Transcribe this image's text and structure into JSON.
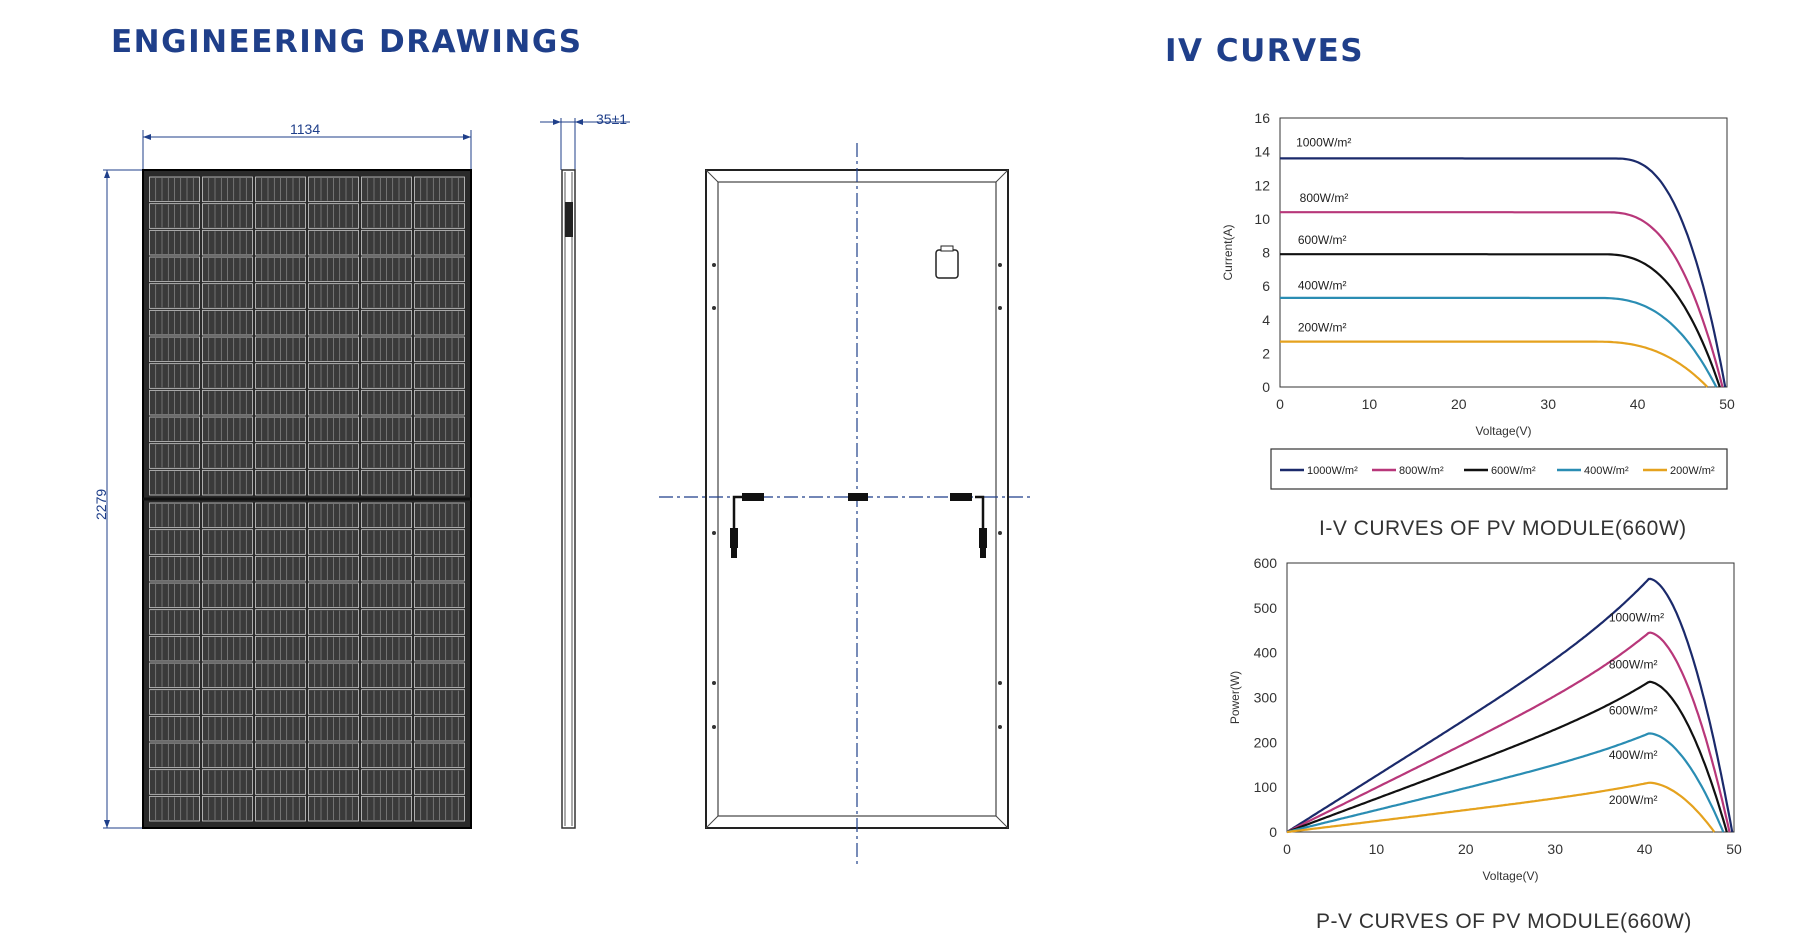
{
  "headings": {
    "engineering": "ENGINEERING DRAWINGS",
    "iv": "IV CURVES"
  },
  "drawings": {
    "width_dim": "1134",
    "height_dim": "2279",
    "thickness_dim": "35±1"
  },
  "colors": {
    "heading": "#1f3f8a",
    "dimension": "#1f3f8a",
    "s1000": "#1b2a6b",
    "s800": "#b8377a",
    "s600": "#111111",
    "s400": "#2a8db3",
    "s200": "#e5a21e"
  },
  "chart_data": [
    {
      "type": "line",
      "title": "",
      "caption": "I-V CURVES OF PV MODULE(660W)",
      "xlabel": "Voltage(V)",
      "ylabel": "Current(A)",
      "xlim": [
        0,
        50
      ],
      "ylim": [
        0,
        16
      ],
      "xticks": [
        0,
        10,
        20,
        30,
        40,
        50
      ],
      "yticks": [
        0,
        2,
        4,
        6,
        8,
        10,
        12,
        14,
        16
      ],
      "legend_position": "bottom",
      "series": [
        {
          "name": "1000W/m²",
          "isc": 13.6,
          "voc": 49.8,
          "knee": 37.5,
          "label_x": 1.8,
          "label_y": 14.3
        },
        {
          "name": "800W/m²",
          "isc": 10.4,
          "voc": 49.5,
          "knee": 36.5,
          "label_x": 2.2,
          "label_y": 11.0
        },
        {
          "name": "600W/m²",
          "isc": 7.9,
          "voc": 49.2,
          "knee": 36.0,
          "label_x": 2.0,
          "label_y": 8.5
        },
        {
          "name": "400W/m²",
          "isc": 5.3,
          "voc": 48.8,
          "knee": 35.5,
          "label_x": 2.0,
          "label_y": 5.8
        },
        {
          "name": "200W/m²",
          "isc": 2.7,
          "voc": 47.8,
          "knee": 35.0,
          "label_x": 2.0,
          "label_y": 3.3
        }
      ]
    },
    {
      "type": "line",
      "title": "",
      "caption": "P-V CURVES OF PV MODULE(660W)",
      "xlabel": "Voltage(V)",
      "ylabel": "Power(W)",
      "xlim": [
        0,
        50
      ],
      "ylim": [
        0,
        600
      ],
      "xticks": [
        0,
        10,
        20,
        30,
        40,
        50
      ],
      "yticks": [
        0,
        100,
        200,
        300,
        400,
        500,
        600
      ],
      "series": [
        {
          "name": "1000W/m²",
          "vmp": 40.5,
          "pmp": 565,
          "voc": 49.8,
          "label_x": 36,
          "label_y": 470
        },
        {
          "name": "800W/m²",
          "vmp": 40.5,
          "pmp": 445,
          "voc": 49.5,
          "label_x": 36,
          "label_y": 365
        },
        {
          "name": "600W/m²",
          "vmp": 40.5,
          "pmp": 335,
          "voc": 49.2,
          "label_x": 36,
          "label_y": 262
        },
        {
          "name": "400W/m²",
          "vmp": 40.5,
          "pmp": 220,
          "voc": 48.8,
          "label_x": 36,
          "label_y": 163
        },
        {
          "name": "200W/m²",
          "vmp": 40.5,
          "pmp": 110,
          "voc": 47.8,
          "label_x": 36,
          "label_y": 62
        }
      ]
    }
  ]
}
